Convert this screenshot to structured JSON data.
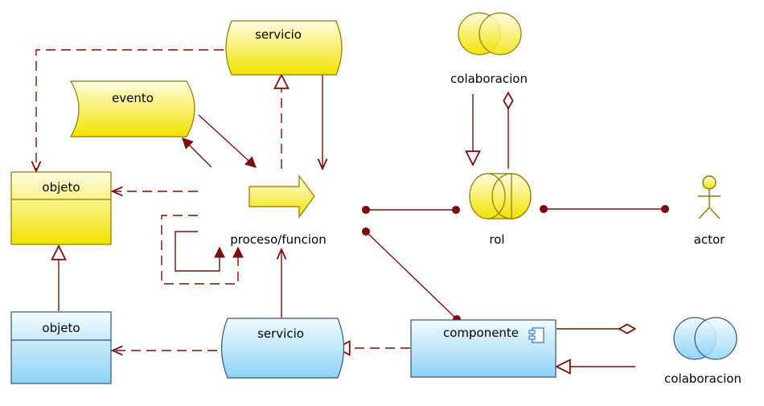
{
  "labels": {
    "servicio_top": "servicio",
    "evento": "evento",
    "objeto_top": "objeto",
    "proceso": "proceso/funcion",
    "colaboracion_top": "colaboracion",
    "rol": "rol",
    "actor": "actor",
    "objeto_bottom": "objeto",
    "servicio_bottom": "servicio",
    "componente": "componente",
    "colaboracion_bottom": "colaboracion"
  },
  "colors": {
    "line": "#7a0f0f",
    "yellow_fill_top": "#fffde0",
    "yellow_fill_bottom": "#f2e200",
    "blue_fill_top": "#eef9ff",
    "blue_fill_bottom": "#8fd3f6",
    "blue_stroke": "#33546a",
    "yellow_stroke": "#8a7a00"
  }
}
